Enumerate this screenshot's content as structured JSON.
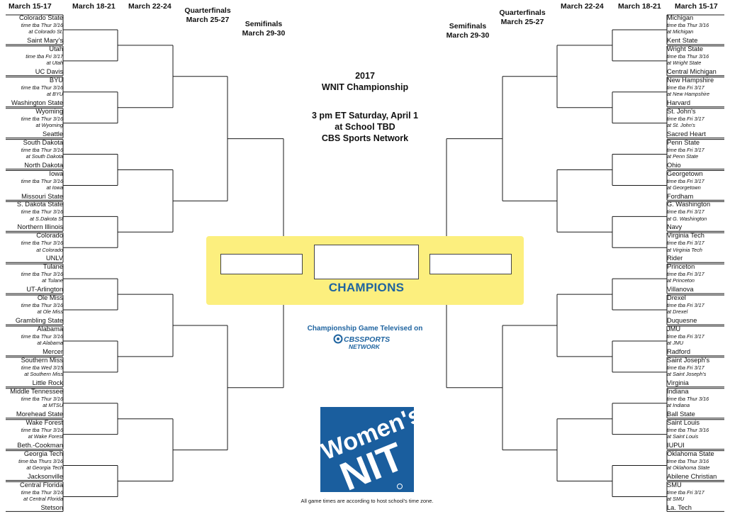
{
  "columns": {
    "left": [
      "March 15-17",
      "March 18-21",
      "March 22-24"
    ],
    "right": [
      "March 22-24",
      "March 18-21",
      "March 15-17"
    ],
    "quarterfinals": [
      "Quarterfinals",
      "March 25-27"
    ],
    "semifinals": [
      "Semifinals",
      "March 29-30"
    ]
  },
  "championship": {
    "year": "2017",
    "name": "WNIT Championship",
    "time": "3 pm ET Saturday, April 1",
    "site": "at School TBD",
    "network": "CBS Sports Network",
    "champions_label": "CHAMPIONS",
    "televised_label": "Championship Game Televised on",
    "network_logo_top": "CBSSPORTS",
    "network_logo_bottom": "NETWORK",
    "banner_color": "#fcef7e",
    "accent_color": "#1f64a0"
  },
  "logo": {
    "text_top": "Women's",
    "text_bottom": "NIT",
    "color": "#1a5e9e"
  },
  "footnote": "All game times are according to host school's time zone.",
  "left_games": [
    {
      "top": "Colorado State",
      "info": [
        "time tba Thur 3/16",
        "at Colorado St."
      ],
      "bottom": "Saint Mary's"
    },
    {
      "top": "Utah",
      "info": [
        "time tba Fri 3/17",
        "at Utah"
      ],
      "bottom": "UC Davis"
    },
    {
      "top": "BYU",
      "info": [
        "time tba Thur 3/16",
        "at BYU"
      ],
      "bottom": "Washington State"
    },
    {
      "top": "Wyoming",
      "info": [
        "time tba Thur 3/16",
        "at Wyoming"
      ],
      "bottom": "Seattle"
    },
    {
      "top": "South Dakota",
      "info": [
        "time tba Thur 3/16",
        "at South Dakota"
      ],
      "bottom": "North Dakota"
    },
    {
      "top": "Iowa",
      "info": [
        "time tba Thur 3/16",
        "at Iowa"
      ],
      "bottom": "Missouri State"
    },
    {
      "top": "S. Dakota State",
      "info": [
        "time tba Thur 3/16",
        "at S.Dakota St"
      ],
      "bottom": "Northern Illinois"
    },
    {
      "top": "Colorado",
      "info": [
        "time tba Thur 3/16",
        "at Colorado"
      ],
      "bottom": "UNLV"
    },
    {
      "top": "Tulane",
      "info": [
        "time tba Thur 3/16",
        "at Tulane"
      ],
      "bottom": "UT-Arlington"
    },
    {
      "top": "Ole Miss",
      "info": [
        "time tba Thur 3/16",
        "at Ole Miss"
      ],
      "bottom": "Grambling State"
    },
    {
      "top": "Alabama",
      "info": [
        "time tba Thur 3/16",
        "at Alabama"
      ],
      "bottom": "Mercer"
    },
    {
      "top": "Southern Miss",
      "info": [
        "time tba Wed 3/15",
        "at Southern Miss"
      ],
      "bottom": "Little Rock"
    },
    {
      "top": "Middle Tennessee",
      "info": [
        "time tba Thur 3/16",
        "at MTSU"
      ],
      "bottom": "Morehead State"
    },
    {
      "top": "Wake Forest",
      "info": [
        "time tba Thur 3/16",
        "at Wake Forest"
      ],
      "bottom": "Beth.-Cookman"
    },
    {
      "top": "Georgia Tech",
      "info": [
        "time tba Thurs 3/16",
        "at Georgia Tech"
      ],
      "bottom": "Jacksonville"
    },
    {
      "top": "Central Florida",
      "info": [
        "time tba Thur 3/16",
        "at Central Florida"
      ],
      "bottom": "Stetson"
    }
  ],
  "right_games": [
    {
      "top": "Michigan",
      "info": [
        "time tba Thur 3/16",
        "at Michigan"
      ],
      "bottom": "Kent State"
    },
    {
      "top": "Wright State",
      "info": [
        "time tba Thur 3/16",
        "at Wright State"
      ],
      "bottom": "Central Michigan"
    },
    {
      "top": "New Hampshire",
      "info": [
        "time tba Fri 3/17",
        "at New Hampshire"
      ],
      "bottom": "Harvard"
    },
    {
      "top": "St. John's",
      "info": [
        "time tba Fri 3/17",
        "at St. John's"
      ],
      "bottom": "Sacred Heart"
    },
    {
      "top": "Penn State",
      "info": [
        "time tba Fri 3/17",
        "at Penn State"
      ],
      "bottom": "Ohio"
    },
    {
      "top": "Georgetown",
      "info": [
        "time tba Fri 3/17",
        "at Georgetown"
      ],
      "bottom": "Fordham"
    },
    {
      "top": "G. Washington",
      "info": [
        "time tba Fri 3/17",
        "at G. Washington"
      ],
      "bottom": "Navy"
    },
    {
      "top": "Virginia Tech",
      "info": [
        "time tba Fri 3/17",
        "at Virginia Tech"
      ],
      "bottom": "Rider"
    },
    {
      "top": "Princeton",
      "info": [
        "time tba Fri 3/17",
        "at Princeton"
      ],
      "bottom": "Villanova"
    },
    {
      "top": "Drexel",
      "info": [
        "time tba Fri 3/17",
        "at Drexel"
      ],
      "bottom": "Duquesne"
    },
    {
      "top": "JMU",
      "info": [
        "time tba Fri 3/17",
        "at JMU"
      ],
      "bottom": "Radford"
    },
    {
      "top": "Saint Joseph's",
      "info": [
        "time tba Fri 3/17",
        "at Saint Joseph's"
      ],
      "bottom": "Virginia"
    },
    {
      "top": "Indiana",
      "info": [
        "time tba Thur 3/16",
        "at Indiana"
      ],
      "bottom": "Ball State"
    },
    {
      "top": "Saint Louis",
      "info": [
        "time tba Thur 3/16",
        "at Saint Louis"
      ],
      "bottom": "IUPUI"
    },
    {
      "top": "Oklahoma State",
      "info": [
        "time tba Thur 3/16",
        "at Oklahoma State"
      ],
      "bottom": "Abilene Christian"
    },
    {
      "top": "SMU",
      "info": [
        "time tba Fri 3/17",
        "at SMU"
      ],
      "bottom": "La. Tech"
    }
  ]
}
